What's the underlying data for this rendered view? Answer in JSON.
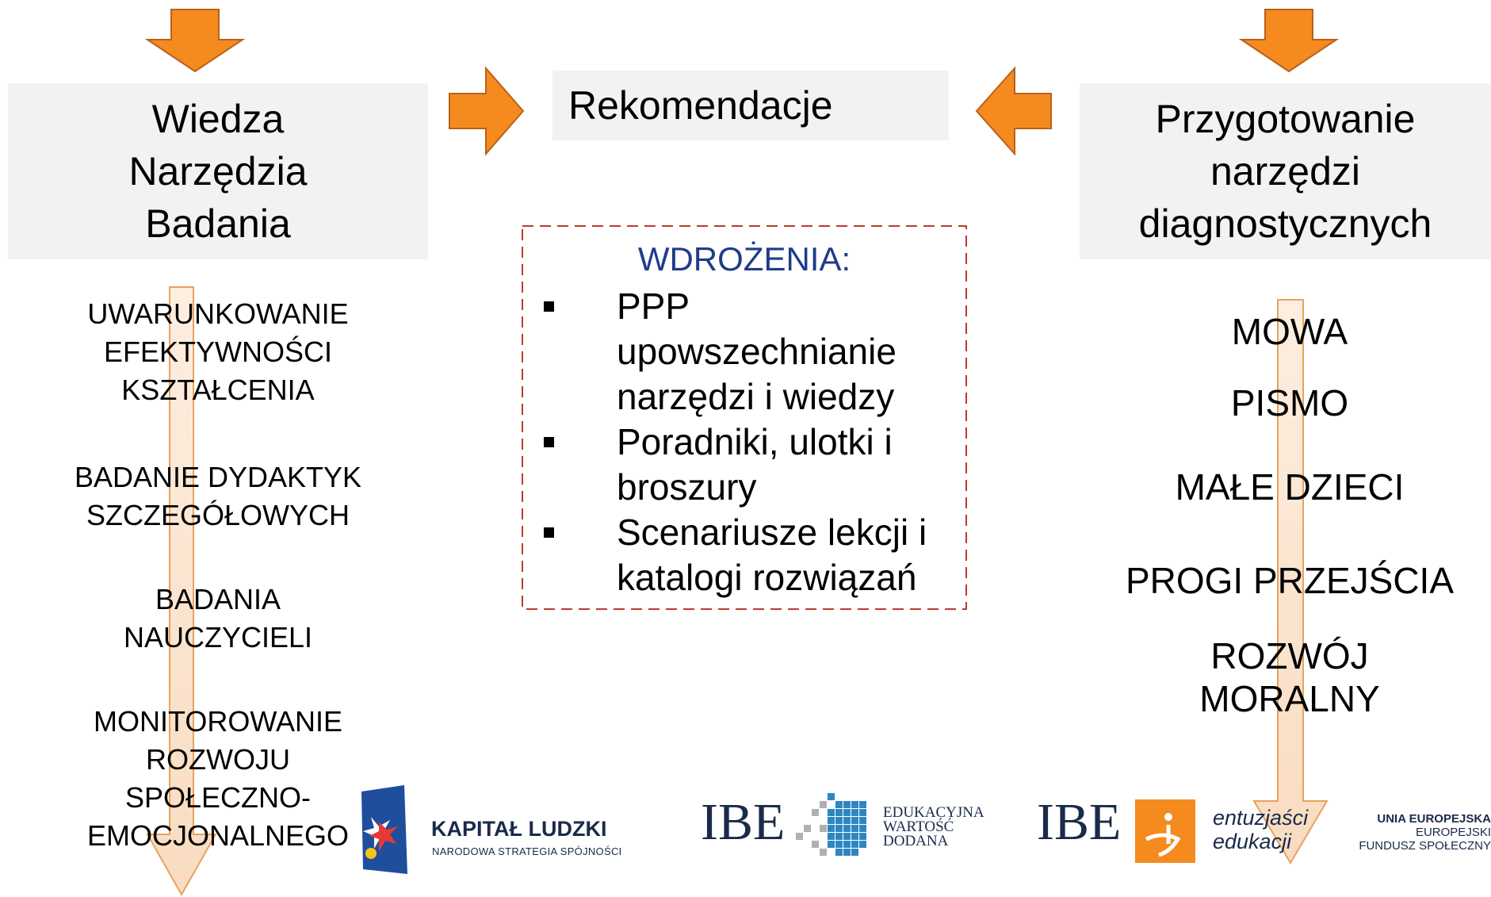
{
  "colors": {
    "orange": "#f58a1f",
    "box_bg": "#f2f2f2",
    "dashed_border": "#c0392b",
    "heading_blue": "#1f3c8a",
    "shaft_fill": "#fdeee0"
  },
  "left_box": {
    "lines": [
      "Wiedza",
      "Narzędzia",
      "Badania"
    ]
  },
  "center_box": {
    "label": "Rekomendacje"
  },
  "right_box": {
    "lines": [
      "Przygotowanie",
      "narzędzi",
      "diagnostycznych"
    ]
  },
  "implementations": {
    "heading": "WDROŻENIA:",
    "items": [
      "PPP upowszechnianie narzędzi i wiedzy",
      "Poradniki, ulotki i broszury",
      "Scenariusze lekcji i katalogi rozwiązań"
    ]
  },
  "left_column": {
    "items": [
      [
        "UWARUNKOWANIE",
        "EFEKTYWNOŚCI",
        "KSZTAŁCENIA"
      ],
      [
        "BADANIE DYDAKTYK",
        "SZCZEGÓŁOWYCH"
      ],
      [
        "BADANIA",
        "NAUCZYCIELI"
      ],
      [
        "MONITOROWANIE",
        "ROZWOJU",
        "SPOŁECZNO-",
        "EMOCJONALNEGO"
      ]
    ]
  },
  "right_column": {
    "items": [
      "MOWA",
      "PISMO",
      "MAŁE DZIECI",
      "PROGI PRZEJŚCIA",
      "ROZWÓJ",
      "MORALNY"
    ]
  },
  "logos": {
    "kapital": {
      "title": "KAPITAŁ LUDZKI",
      "subtitle": "NARODOWA STRATEGIA SPÓJNOŚCI"
    },
    "ibe1": {
      "abbr": "IBE",
      "lines": [
        "EDUKACYJNA",
        "WARTOŚĆ",
        "DODANA"
      ]
    },
    "ibe2": {
      "abbr": "IBE",
      "lines": [
        "entuzjaści",
        "edukacji"
      ]
    },
    "eu": {
      "lines": [
        "UNIA EUROPEJSKA",
        "EUROPEJSKI",
        "FUNDUSZ SPOŁECZNY"
      ]
    }
  }
}
